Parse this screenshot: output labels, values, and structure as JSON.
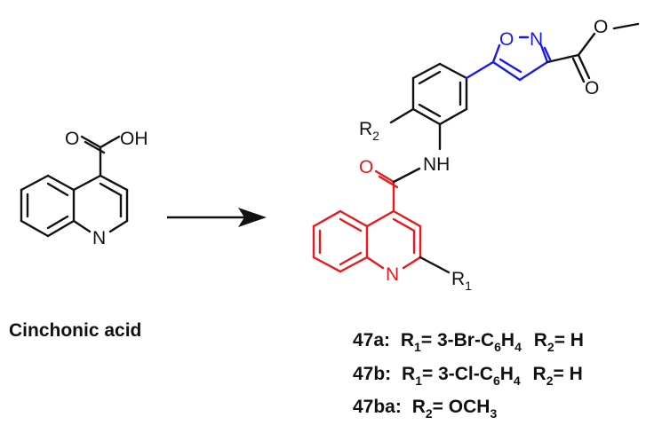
{
  "colors": {
    "black": "#111111",
    "red": "#e8191d",
    "blue": "#1a1ae6"
  },
  "starting_material": {
    "label": "Cinchonic acid",
    "atoms": {
      "carbonyl_o": "O",
      "hydroxyl": "OH",
      "ring_n": "N"
    }
  },
  "reaction_arrow": {
    "direction": "right"
  },
  "product": {
    "atoms": {
      "isoxazole_o": "O",
      "isoxazole_n": "N",
      "ester_o_single": "O",
      "ester_o_double": "O",
      "amide_o": "O",
      "amide_nh": "NH",
      "quinoline_n": "N",
      "r1_base": "R",
      "r1_sub": "1",
      "r2_base": "R",
      "r2_sub": "2"
    }
  },
  "compounds": [
    {
      "id": "47a:",
      "r1_prefix": "R",
      "r1_sub": "1",
      "r1_value_pre": "= 3-Br-C",
      "r1_value_sub": "6",
      "r1_value_sub2": "H",
      "r1_value_sub3": "4",
      "r2_prefix": "R",
      "r2_sub": "2",
      "r2_value": "= H"
    },
    {
      "id": "47b:",
      "r1_prefix": "R",
      "r1_sub": "1",
      "r1_value_pre": "= 3-Cl-C",
      "r1_value_sub": "6",
      "r1_value_sub2": "H",
      "r1_value_sub3": "4",
      "r2_prefix": "R",
      "r2_sub": "2",
      "r2_value": "= H"
    },
    {
      "id": "47ba:",
      "r2_prefix": "R",
      "r2_sub": "2",
      "r2_value_pre": "= OCH",
      "r2_value_sub": "3"
    }
  ]
}
